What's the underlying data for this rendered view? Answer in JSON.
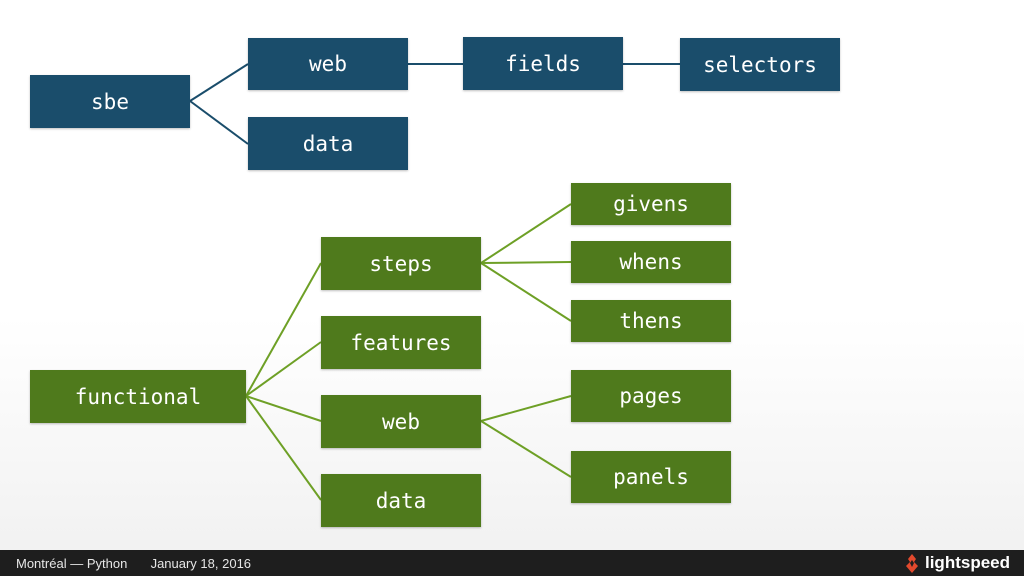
{
  "colors": {
    "blue_node": "#1a4d6b",
    "green_node": "#4f7a1c",
    "blue_line": "#1a4d6b",
    "green_line": "#6ea026",
    "footer_bg": "#1e1e1e",
    "brand_accent": "#e2492d"
  },
  "sbe_tree": {
    "root": "sbe",
    "web": "web",
    "data": "data",
    "fields": "fields",
    "selectors": "selectors"
  },
  "functional_tree": {
    "root": "functional",
    "steps": "steps",
    "features": "features",
    "web": "web",
    "data": "data",
    "givens": "givens",
    "whens": "whens",
    "thens": "thens",
    "pages": "pages",
    "panels": "panels"
  },
  "footer": {
    "city": "Montréal",
    "dash": "—",
    "topic": "Python",
    "date": "January 18, 2016",
    "brand": "lightspeed",
    "brand_icon": "flame-icon"
  }
}
